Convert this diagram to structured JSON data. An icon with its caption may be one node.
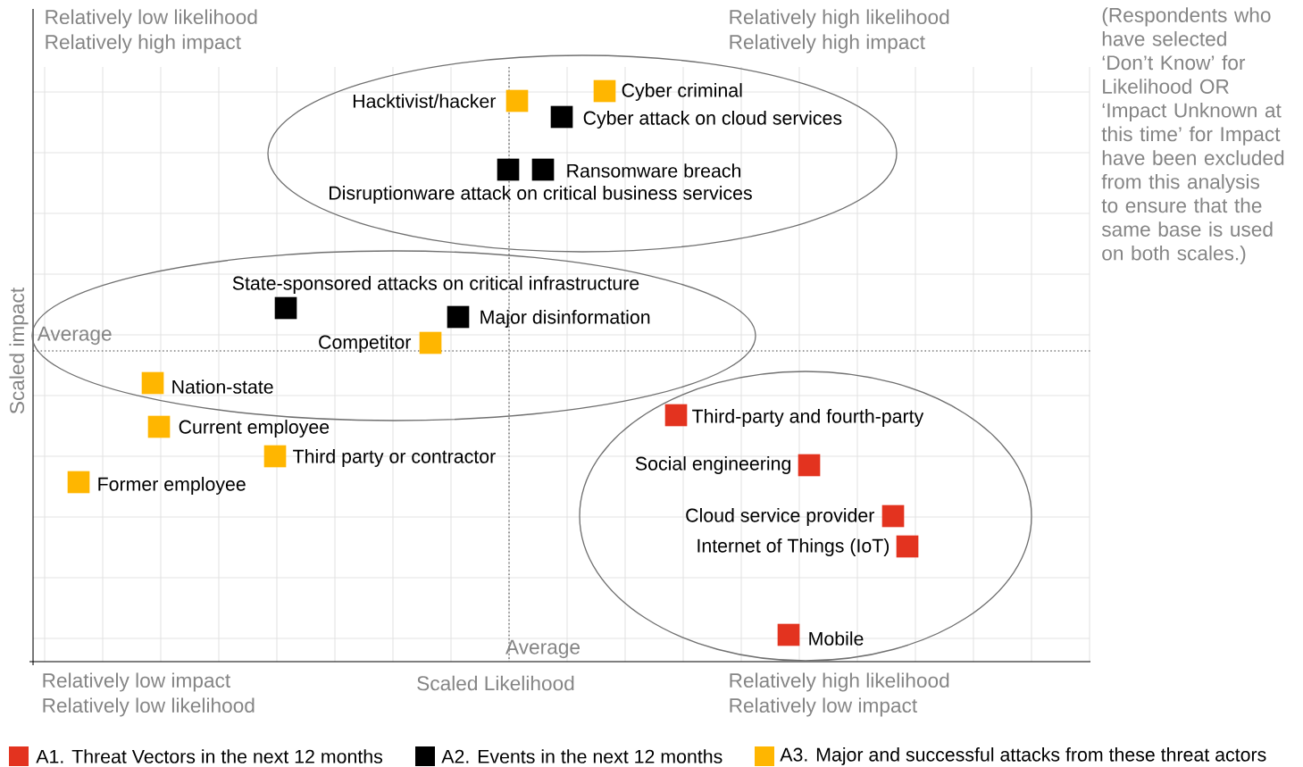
{
  "diagram": {
    "nodes": [
      {
        "text": [],
        "shape": "box",
        "beside": [
          "Hacktivist/hacker"
        ]
      },
      {
        "text": [],
        "shape": "box",
        "beside": [
          "Cyber criminal"
        ]
      },
      {
        "text": [],
        "shape": "box",
        "beside": [
          "Cyber attack on cloud services"
        ]
      },
      {
        "text": [],
        "shape": "box",
        "beside": [
          "Disruptionware attack on critical business services"
        ]
      },
      {
        "text": [],
        "shape": "box",
        "beside": [
          "Ransomware breach"
        ]
      },
      {
        "text": [],
        "shape": "box",
        "beside": [
          "State-sponsored attacks on critical infrastructure"
        ]
      },
      {
        "text": [],
        "shape": "box",
        "beside": [
          "Major disinformation"
        ]
      },
      {
        "text": [],
        "shape": "box",
        "beside": [
          "Competitor"
        ]
      },
      {
        "text": [],
        "shape": "box",
        "beside": [
          "Nation-state"
        ]
      },
      {
        "text": [],
        "shape": "box",
        "beside": [
          "Current employee"
        ]
      },
      {
        "text": [],
        "shape": "box",
        "beside": [
          "Third party or contractor"
        ]
      },
      {
        "text": [],
        "shape": "box",
        "beside": [
          "Former employee"
        ]
      },
      {
        "text": [],
        "shape": "box",
        "beside": [
          "Third-party and fourth-party"
        ]
      },
      {
        "text": [],
        "shape": "box",
        "beside": [
          "Social engineering"
        ]
      },
      {
        "text": [],
        "shape": "box",
        "beside": [
          "Cloud service provider"
        ]
      },
      {
        "text": [],
        "shape": "box",
        "beside": [
          "Internet of Things (IoT)"
        ]
      },
      {
        "text": [],
        "shape": "box",
        "beside": [
          "Mobile"
        ]
      }
    ],
    "labels": [
      "Relatively low likelihood",
      "Relatively high impact",
      "Relatively high likelihood",
      "Relatively high impact",
      "(Respondents who have selected ‘Don’t Know’ for Likelihood OR ‘Impact Unknown at this time’ for Impact have been excluded from this analysis to ensure that the same base is used on both scales.)",
      "Scaled impact",
      "Average",
      "Average",
      "Relatively low impact",
      "Scaled Likelihood",
      "Relatively high likelihood",
      "Relatively low likelihood",
      "Relatively low impact"
    ],
    "legend": [
      {
        "text": "A1. Threat Vectors in the next 12 months",
        "color": "#e3331f"
      },
      {
        "text": "A2. Events in the next 12 months",
        "color": "#000000"
      },
      {
        "text": "A3. Major and successful attacks from these threat actors",
        "color": "#ffb600"
      }
    ]
  }
}
